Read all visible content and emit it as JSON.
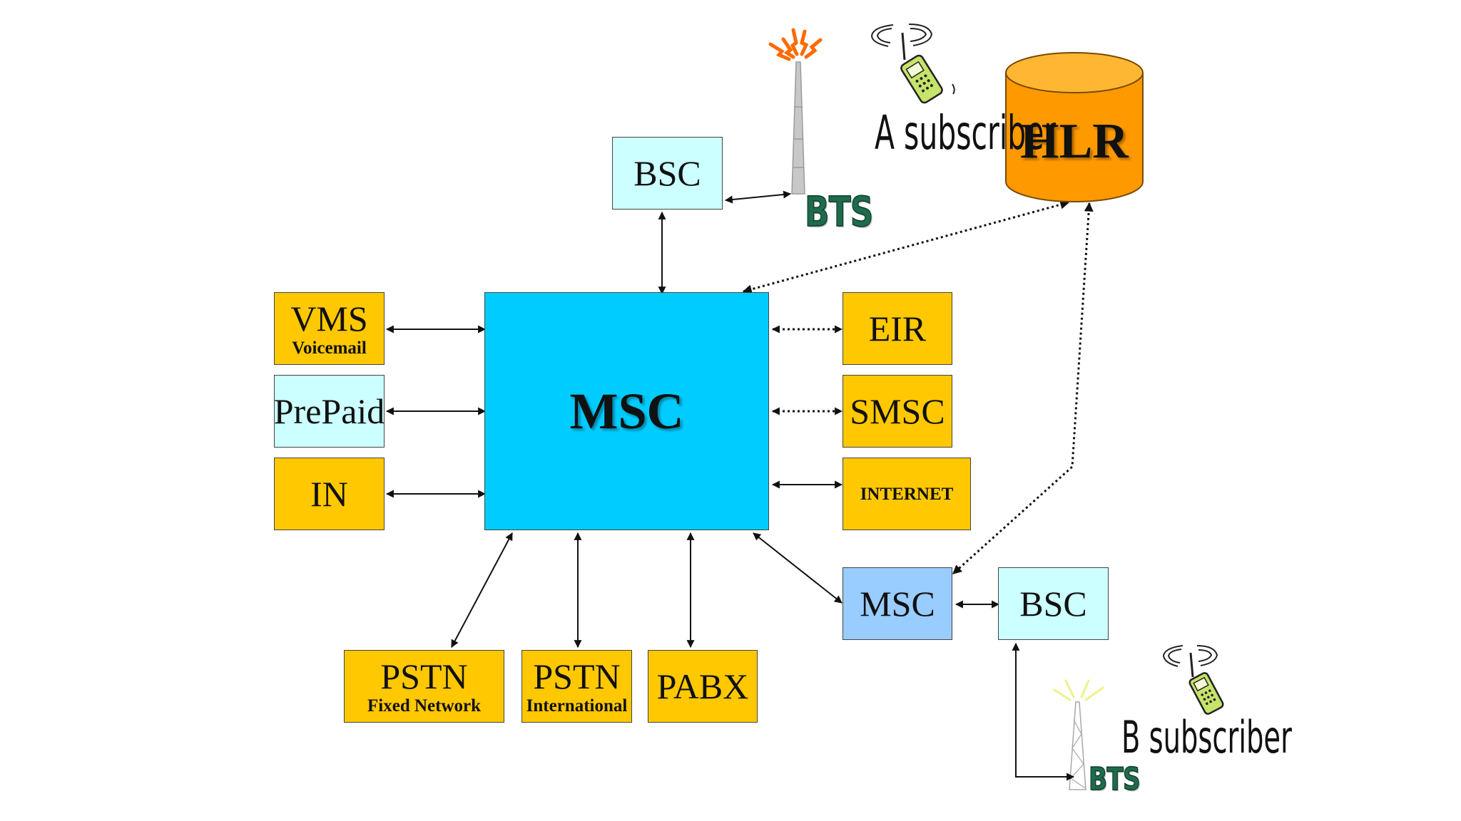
{
  "colors": {
    "switch_main": "#00ccff",
    "peripheral": "#ffc800",
    "light_cyan": "#ccffff",
    "secondary_msc": "#99ccff",
    "hlr": "#ff9900",
    "tower_grey": "#bdbdbd"
  },
  "nodes": {
    "bsc_top": {
      "label": "BSC"
    },
    "vms": {
      "label": "VMS",
      "sublabel": "Voicemail"
    },
    "prepaid": {
      "label": "PrePaid"
    },
    "in": {
      "label": "IN"
    },
    "msc_main": {
      "label": "MSC"
    },
    "eir": {
      "label": "EIR"
    },
    "smsc": {
      "label": "SMSC"
    },
    "internet": {
      "label": "INTERNET"
    },
    "msc_b": {
      "label": "MSC"
    },
    "bsc_b": {
      "label": "BSC"
    },
    "pstn_fixed": {
      "label": "PSTN",
      "sublabel": "Fixed Network"
    },
    "pstn_intl": {
      "label": "PSTN",
      "sublabel": "International"
    },
    "pabx": {
      "label": "PABX"
    },
    "hlr": {
      "label": "HLR"
    }
  },
  "labels": {
    "bts_top": "BTS",
    "bts_bottom": "BTS",
    "a_subscriber": "A subscriber",
    "b_subscriber": "B subscriber"
  },
  "icons": [
    "antenna-tower-icon",
    "mobile-phone-icon",
    "database-cylinder-icon"
  ]
}
